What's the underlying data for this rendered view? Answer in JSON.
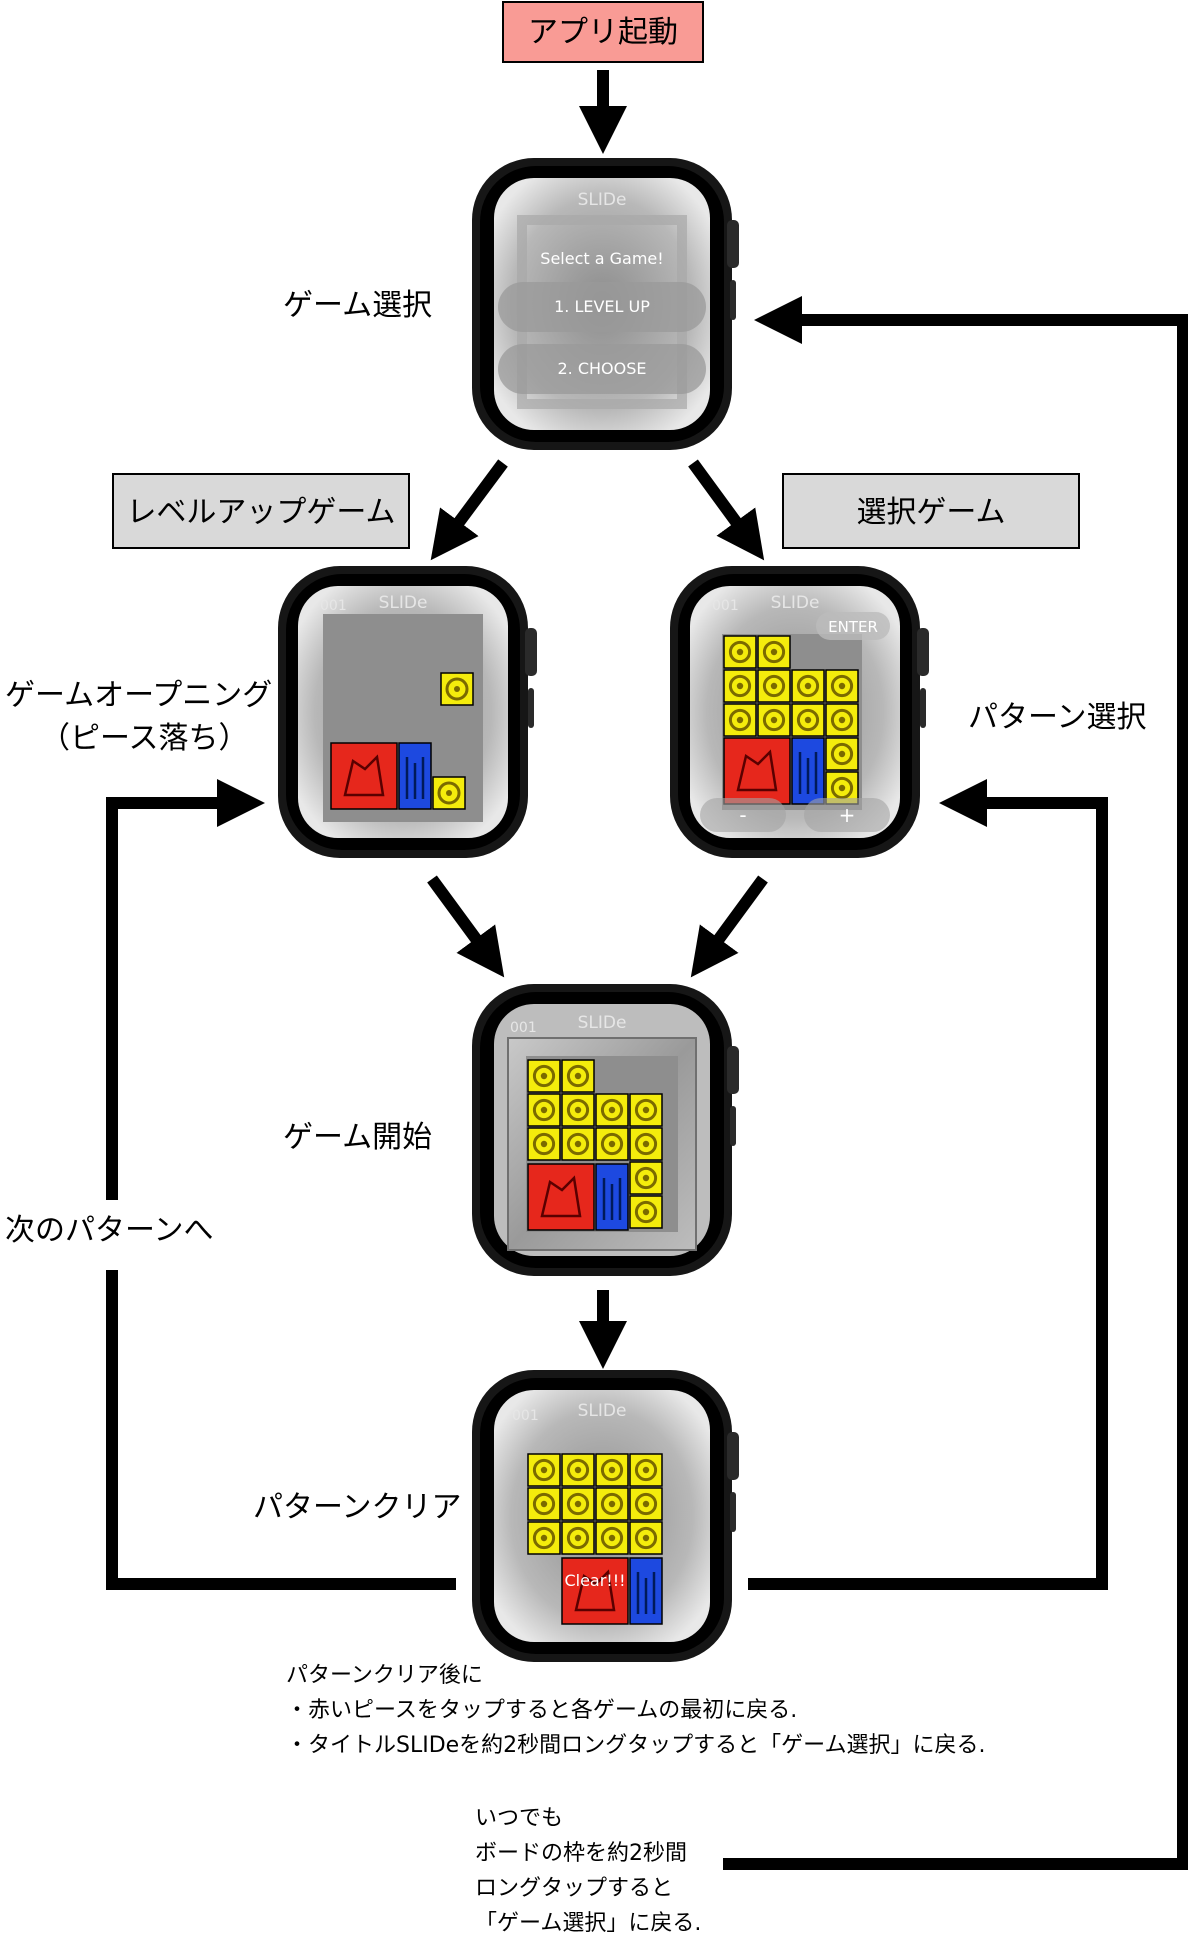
{
  "labels": {
    "launch": "アプリ起動",
    "game_select": "ゲーム選択",
    "levelup_game": "レベルアップゲーム",
    "choose_game": "選択ゲーム",
    "opening_line1": "ゲームオープニング",
    "opening_line2": "（ピース落ち）",
    "pattern_select": "パターン選択",
    "game_start": "ゲーム開始",
    "next_pattern": "次のパターンへ",
    "pattern_clear": "パターンクリア"
  },
  "watch": {
    "title": "SLIDe",
    "level": "001",
    "menu_prompt": "Select a Game!",
    "menu_option1": "1. LEVEL UP",
    "menu_option2": "2. CHOOSE",
    "enter_button": "ENTER",
    "minus_button": "-",
    "plus_button": "+",
    "clear_text": "Clear!!!"
  },
  "notes": {
    "clear_note_line1": "パターンクリア後に",
    "clear_note_line2": "・赤いピースをタップすると各ゲームの最初に戻る.",
    "clear_note_line3": "・タイトルSLIDeを約2秒間ロングタップすると「ゲーム選択」に戻る.",
    "anytime_line1": "いつでも",
    "anytime_line2": "ボードの枠を約2秒間",
    "anytime_line3": "ロングタップすると",
    "anytime_line4": "「ゲーム選択」に戻る."
  },
  "colors": {
    "launch_box": "#f99b95",
    "mode_box": "#d9d9d9",
    "piece_yellow": "#f4ec0c",
    "piece_red": "#e6271c",
    "piece_blue": "#1d49e0",
    "board_gray": "#8e8e8e",
    "watch_body": "#161616"
  }
}
